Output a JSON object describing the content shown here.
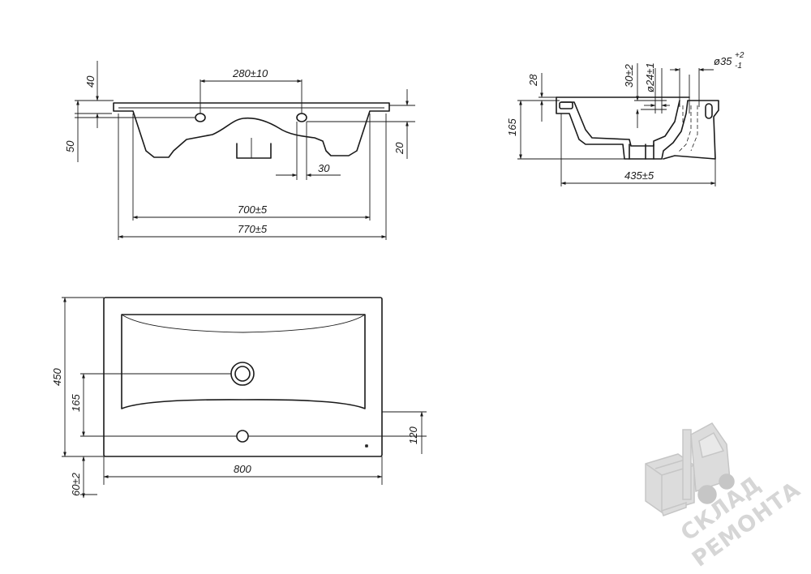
{
  "front_view": {
    "dim_mount_height": "40",
    "dim_tap_spacing": "280±10",
    "dim_offset_left": "50",
    "dim_offset_right": "20",
    "dim_hole_dia": "30",
    "dim_inner_width": "700±5",
    "dim_outer_width": "770±5"
  },
  "side_view": {
    "dim_rim": "28",
    "dim_depth": "165",
    "dim_overflow_height": "30±2",
    "dim_drain_dia": "ø24±1",
    "dim_overflow_dia": "ø35",
    "dim_overflow_tol_plus": "+2",
    "dim_overflow_tol_minus": "-1",
    "dim_length": "435±5"
  },
  "top_view": {
    "dim_depth": "450",
    "dim_drain_offset": "165",
    "dim_tap_offset": "120",
    "dim_width": "800",
    "dim_edge_offset": "60±2"
  },
  "watermark": {
    "line1": "СКЛАД",
    "line2": "РЕМОНТА",
    "icon": "forklift-pallet-icon"
  }
}
